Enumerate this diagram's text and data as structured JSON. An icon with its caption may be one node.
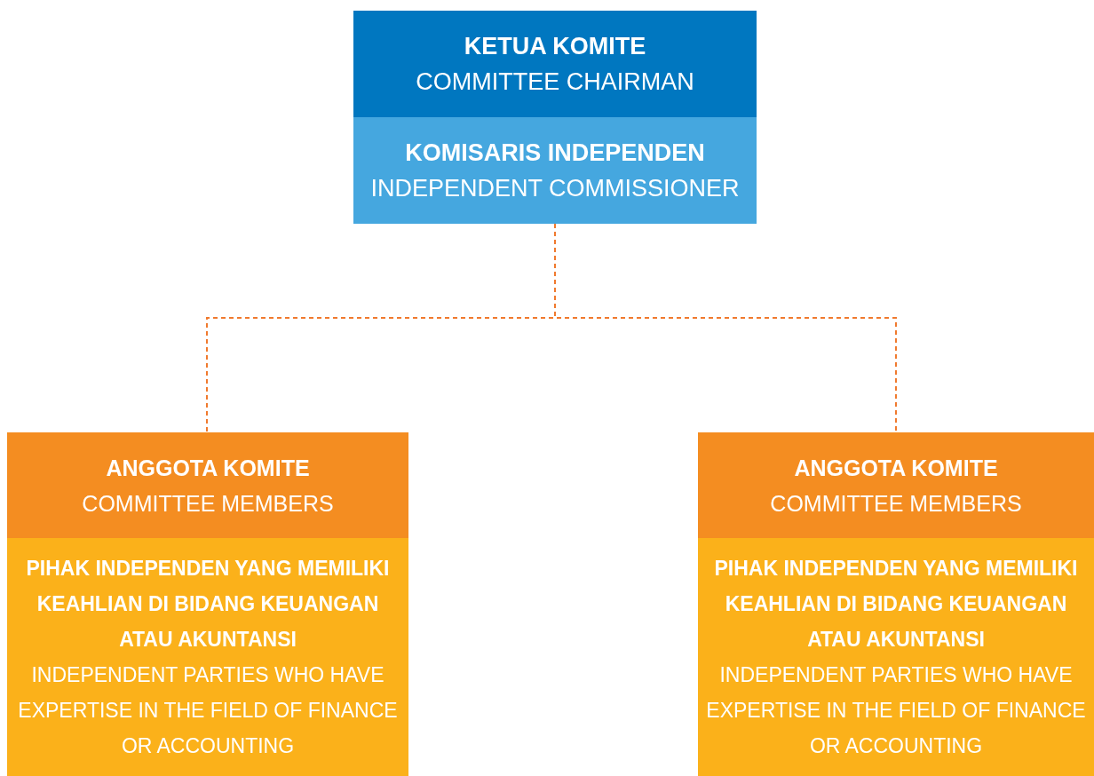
{
  "diagram": {
    "nodes": [
      {
        "text": [
          "KETUA KOMITE",
          "COMMITTEE CHAIRMAN"
        ]
      },
      {
        "text": [
          "KOMISARIS INDEPENDEN",
          "INDEPENDENT COMMISSIONER"
        ]
      },
      {
        "text": [
          "ANGGOTA KOMITE",
          "COMMITTEE MEMBERS"
        ]
      },
      {
        "text": [
          "PIHAK INDEPENDEN YANG MEMILIKI KEAHLIAN DI BIDANG KEUANGAN ATAU AKUNTANSI",
          "INDEPENDENT PARTIES WHO HAVE EXPERTISE IN THE FIELD OF FINANCE OR ACCOUNTING"
        ]
      },
      {
        "text": [
          "ANGGOTA KOMITE",
          "COMMITTEE MEMBERS"
        ]
      },
      {
        "text": [
          "PIHAK INDEPENDEN YANG MEMILIKI KEAHLIAN DI BIDANG KEUANGAN ATAU AKUNTANSI",
          "INDEPENDENT PARTIES WHO HAVE EXPERTISE IN THE FIELD OF FINANCE OR ACCOUNTING"
        ]
      }
    ],
    "edges": [
      {
        "from": 1,
        "to": 2,
        "arrow": "none",
        "style": "dashed",
        "color": "#f07a2e"
      },
      {
        "from": 1,
        "to": 4,
        "arrow": "none",
        "style": "dashed",
        "color": "#f07a2e"
      }
    ]
  }
}
